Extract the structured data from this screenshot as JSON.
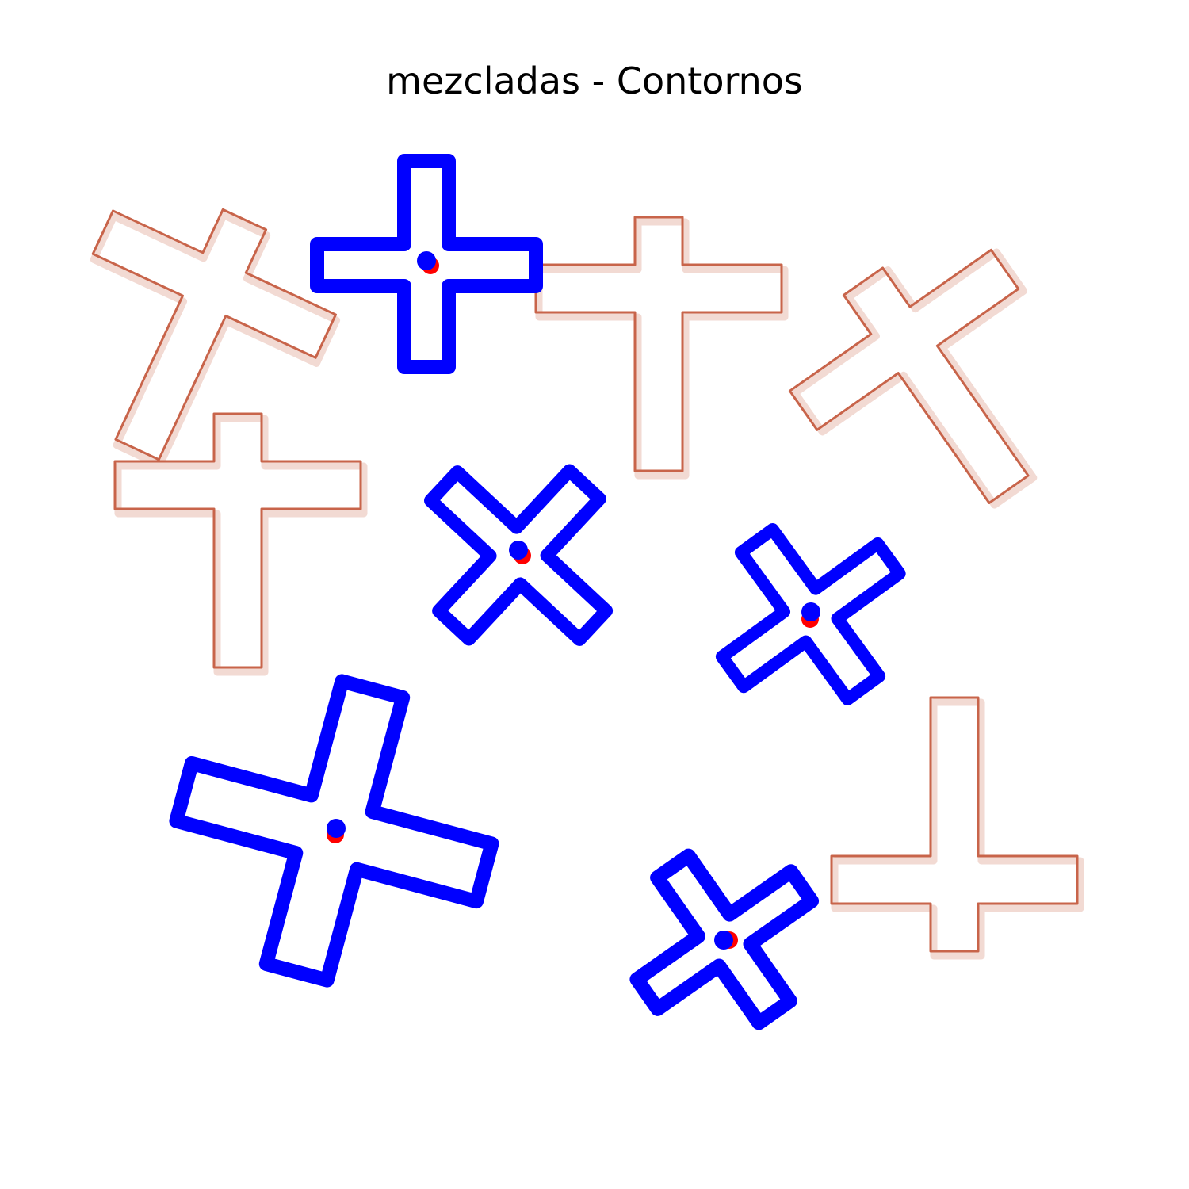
{
  "figure": {
    "title": "mezcladas - Contornos"
  },
  "colors": {
    "background": "#ffffff",
    "shape_outline": "#c8644a",
    "shape_shadow": "#f3dcd6",
    "detected_contour": "#0000ff",
    "centroid_marker": "#ff0000"
  },
  "shapes": [
    {
      "kind": "latin-cross",
      "detected": false
    },
    {
      "kind": "plus-cross",
      "detected": true
    },
    {
      "kind": "latin-cross",
      "detected": false
    },
    {
      "kind": "latin-cross",
      "detected": false
    },
    {
      "kind": "latin-cross",
      "detected": false
    },
    {
      "kind": "x-cross",
      "detected": true
    },
    {
      "kind": "x-cross",
      "detected": true
    },
    {
      "kind": "latin-cross",
      "detected": false
    },
    {
      "kind": "plus-cross",
      "detected": true
    },
    {
      "kind": "x-cross",
      "detected": true
    }
  ]
}
